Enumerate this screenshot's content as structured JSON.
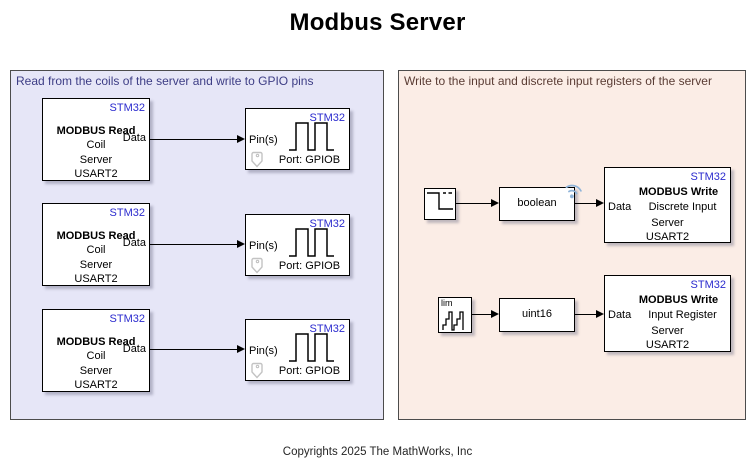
{
  "title": "Modbus Server",
  "footer": "Copyrights 2025 The MathWorks, Inc",
  "colors": {
    "stm32_blue": "#2b2bce",
    "left_area_bg": "#e6e6f7",
    "left_area_text": "#3d3d85",
    "right_area_bg": "#fbede6",
    "right_area_text": "#5a3c34",
    "area_border": "#4c4c4c",
    "stream_badge_blue": "#8fb4d9"
  },
  "left_area": {
    "label": "Read from the coils of the server and write to GPIO pins",
    "read_block": {
      "chip": "STM32",
      "name": "MODBUS Read",
      "sub": "Coil",
      "out_port": "Data",
      "server": "Server",
      "uart": "USART2"
    },
    "gpio_block": {
      "chip": "STM32",
      "in_port": "Pin(s)",
      "caption": "Port: GPIOB"
    }
  },
  "right_area": {
    "label": "Write to the input and discrete input registers of the server",
    "chain1": {
      "conversion": "boolean",
      "write_block": {
        "chip": "STM32",
        "name": "MODBUS Write",
        "sub": "Discrete Input",
        "in_port": "Data",
        "server": "Server",
        "uart": "USART2"
      }
    },
    "chain2": {
      "source_label": "lim",
      "conversion": "uint16",
      "write_block": {
        "chip": "STM32",
        "name": "MODBUS Write",
        "sub": "Input Register",
        "in_port": "Data",
        "server": "Server",
        "uart": "USART2"
      }
    }
  }
}
